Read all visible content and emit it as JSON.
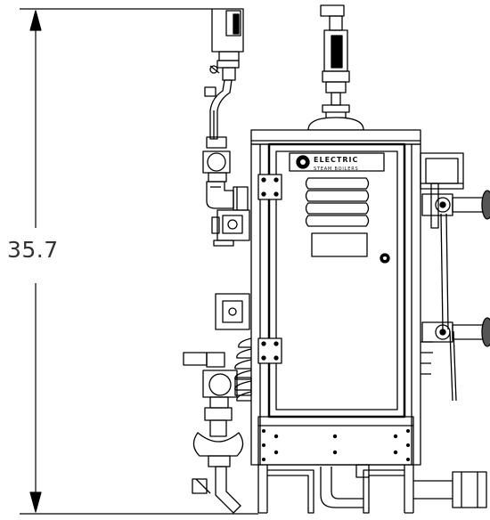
{
  "dimension": {
    "value": "35.7"
  },
  "nameplate": {
    "brand": "ELECTRIC",
    "subtitle": "STEAM BOILERS"
  },
  "colors": {
    "line": "#000000",
    "background": "#ffffff",
    "shade": "#777777",
    "light": "#cccccc"
  }
}
